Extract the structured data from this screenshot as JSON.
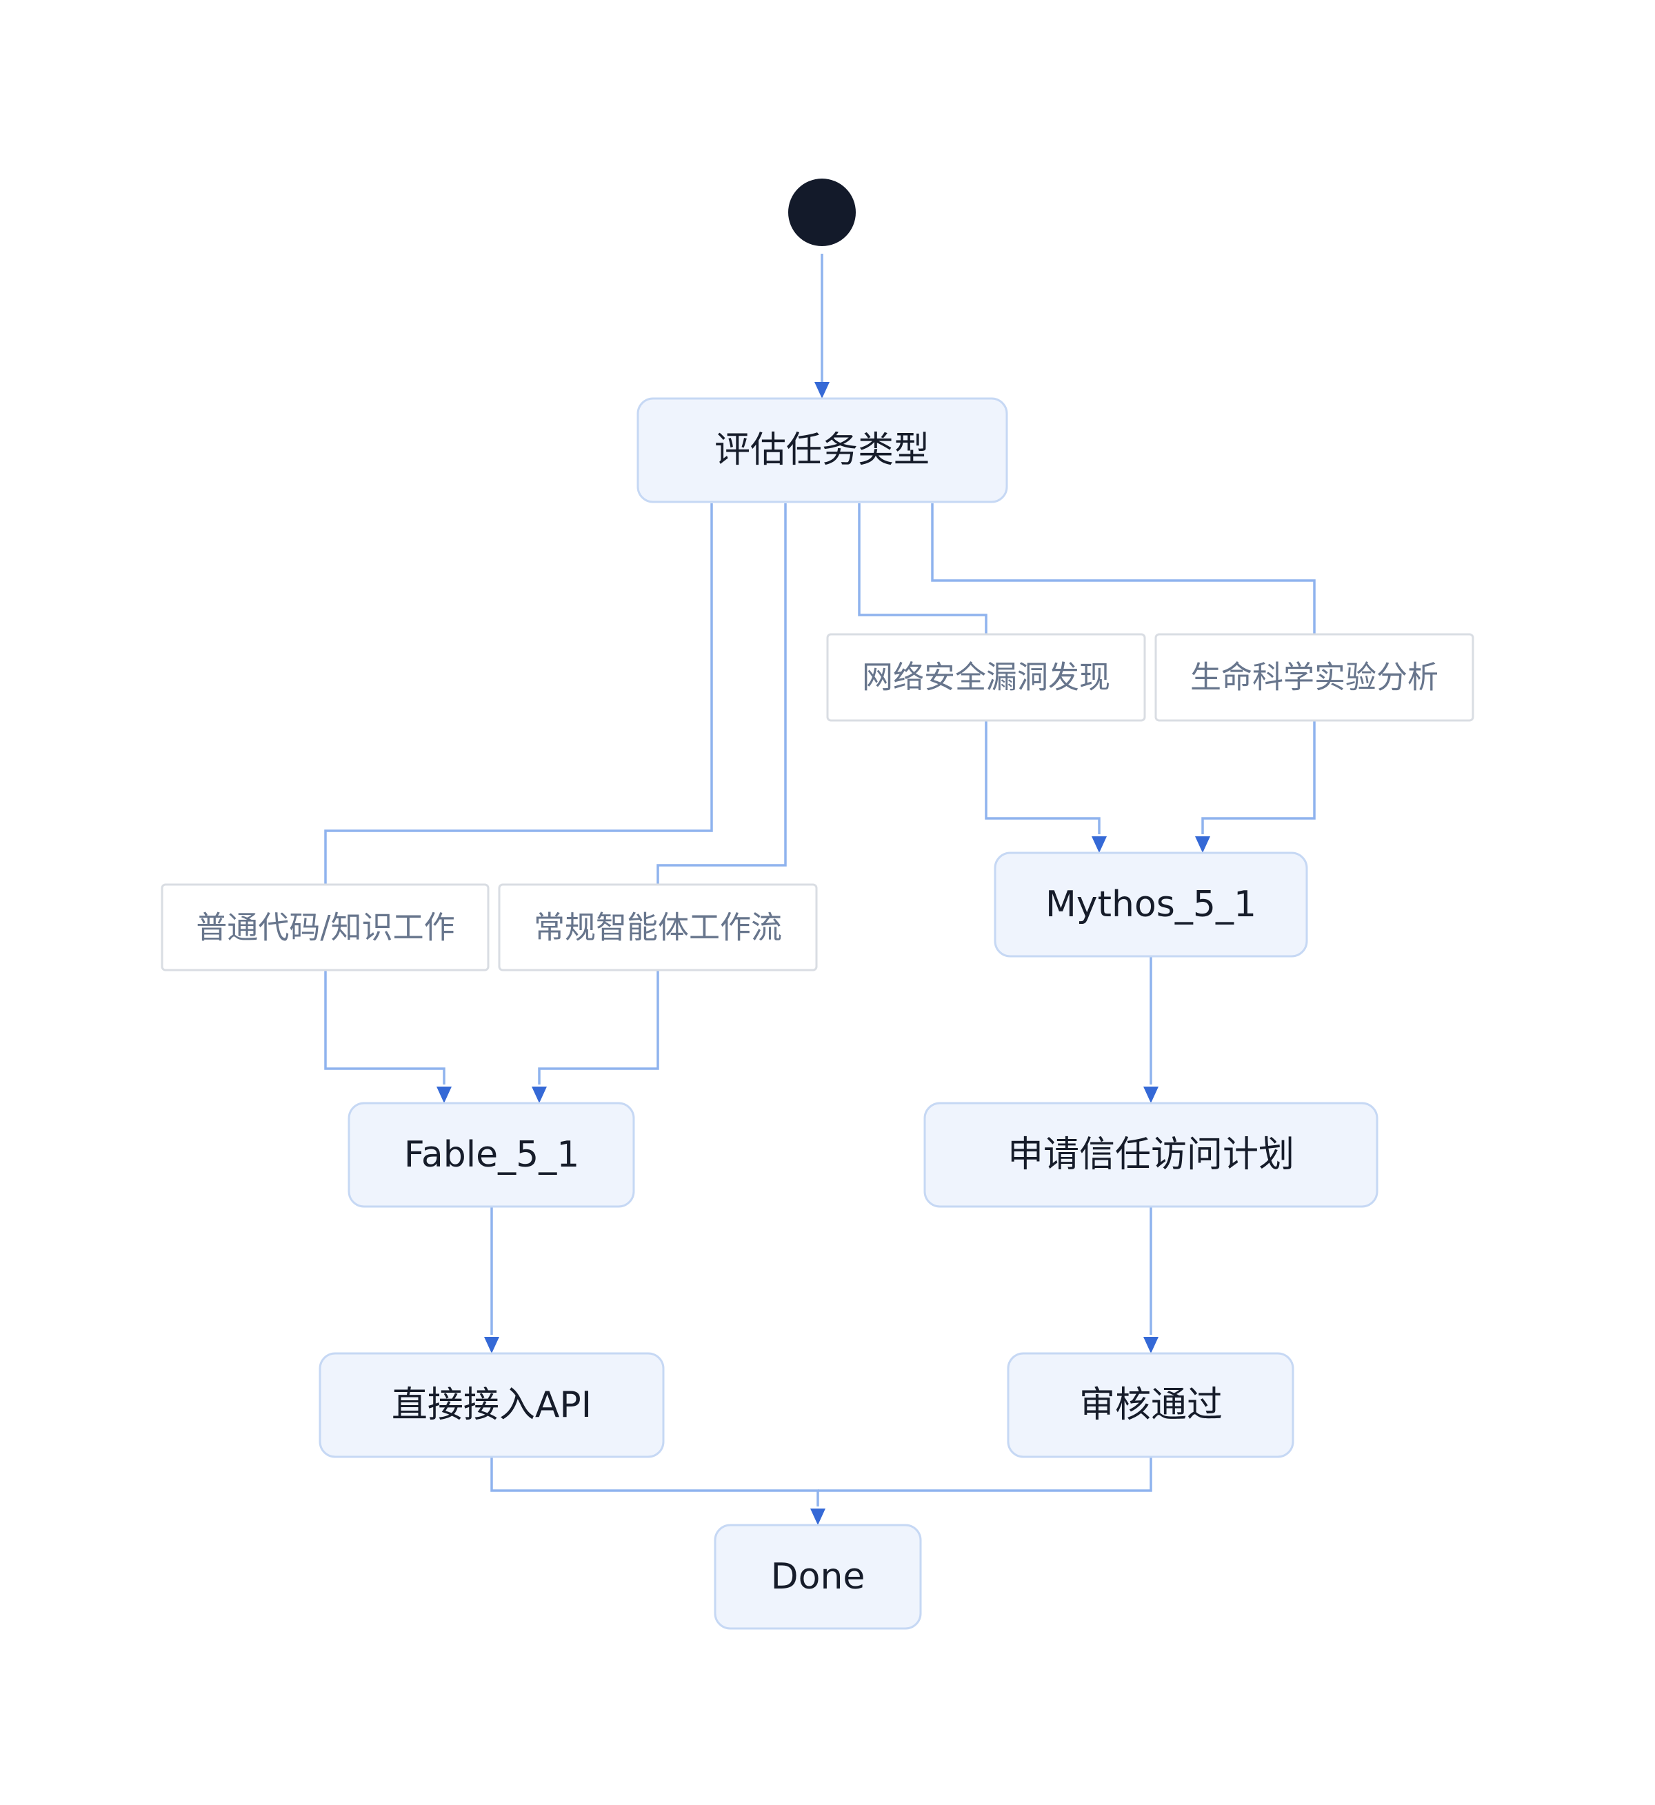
{
  "diagram": {
    "type": "state-flow",
    "start": {
      "id": "start"
    },
    "states": {
      "assess": "评估任务类型",
      "fable": "Fable_5_1",
      "mythos": "Mythos_5_1",
      "direct_api": "直接接入API",
      "apply_trust": "申请信任访问计划",
      "review_passed": "审核通过",
      "done": "Done"
    },
    "transition_labels": {
      "general_code": "普通代码/知识工作",
      "agent_workflow": "常规智能体工作流",
      "cyber_security": "网络安全漏洞发现",
      "life_science": "生命科学实验分析"
    },
    "edges": [
      {
        "from": "start",
        "to": "assess"
      },
      {
        "from": "assess",
        "to": "fable",
        "label": "general_code"
      },
      {
        "from": "assess",
        "to": "fable",
        "label": "agent_workflow"
      },
      {
        "from": "assess",
        "to": "mythos",
        "label": "cyber_security"
      },
      {
        "from": "assess",
        "to": "mythos",
        "label": "life_science"
      },
      {
        "from": "fable",
        "to": "direct_api"
      },
      {
        "from": "mythos",
        "to": "apply_trust"
      },
      {
        "from": "apply_trust",
        "to": "review_passed"
      },
      {
        "from": "direct_api",
        "to": "done"
      },
      {
        "from": "review_passed",
        "to": "done"
      }
    ],
    "colors": {
      "edge": "#8fb3ee",
      "arrowhead": "#3569d6",
      "state_fill": "#eff4fd",
      "state_border": "#c6d8f4",
      "start_node": "#131a2a",
      "label_text": "#67758c",
      "state_text": "#161c2a"
    }
  }
}
